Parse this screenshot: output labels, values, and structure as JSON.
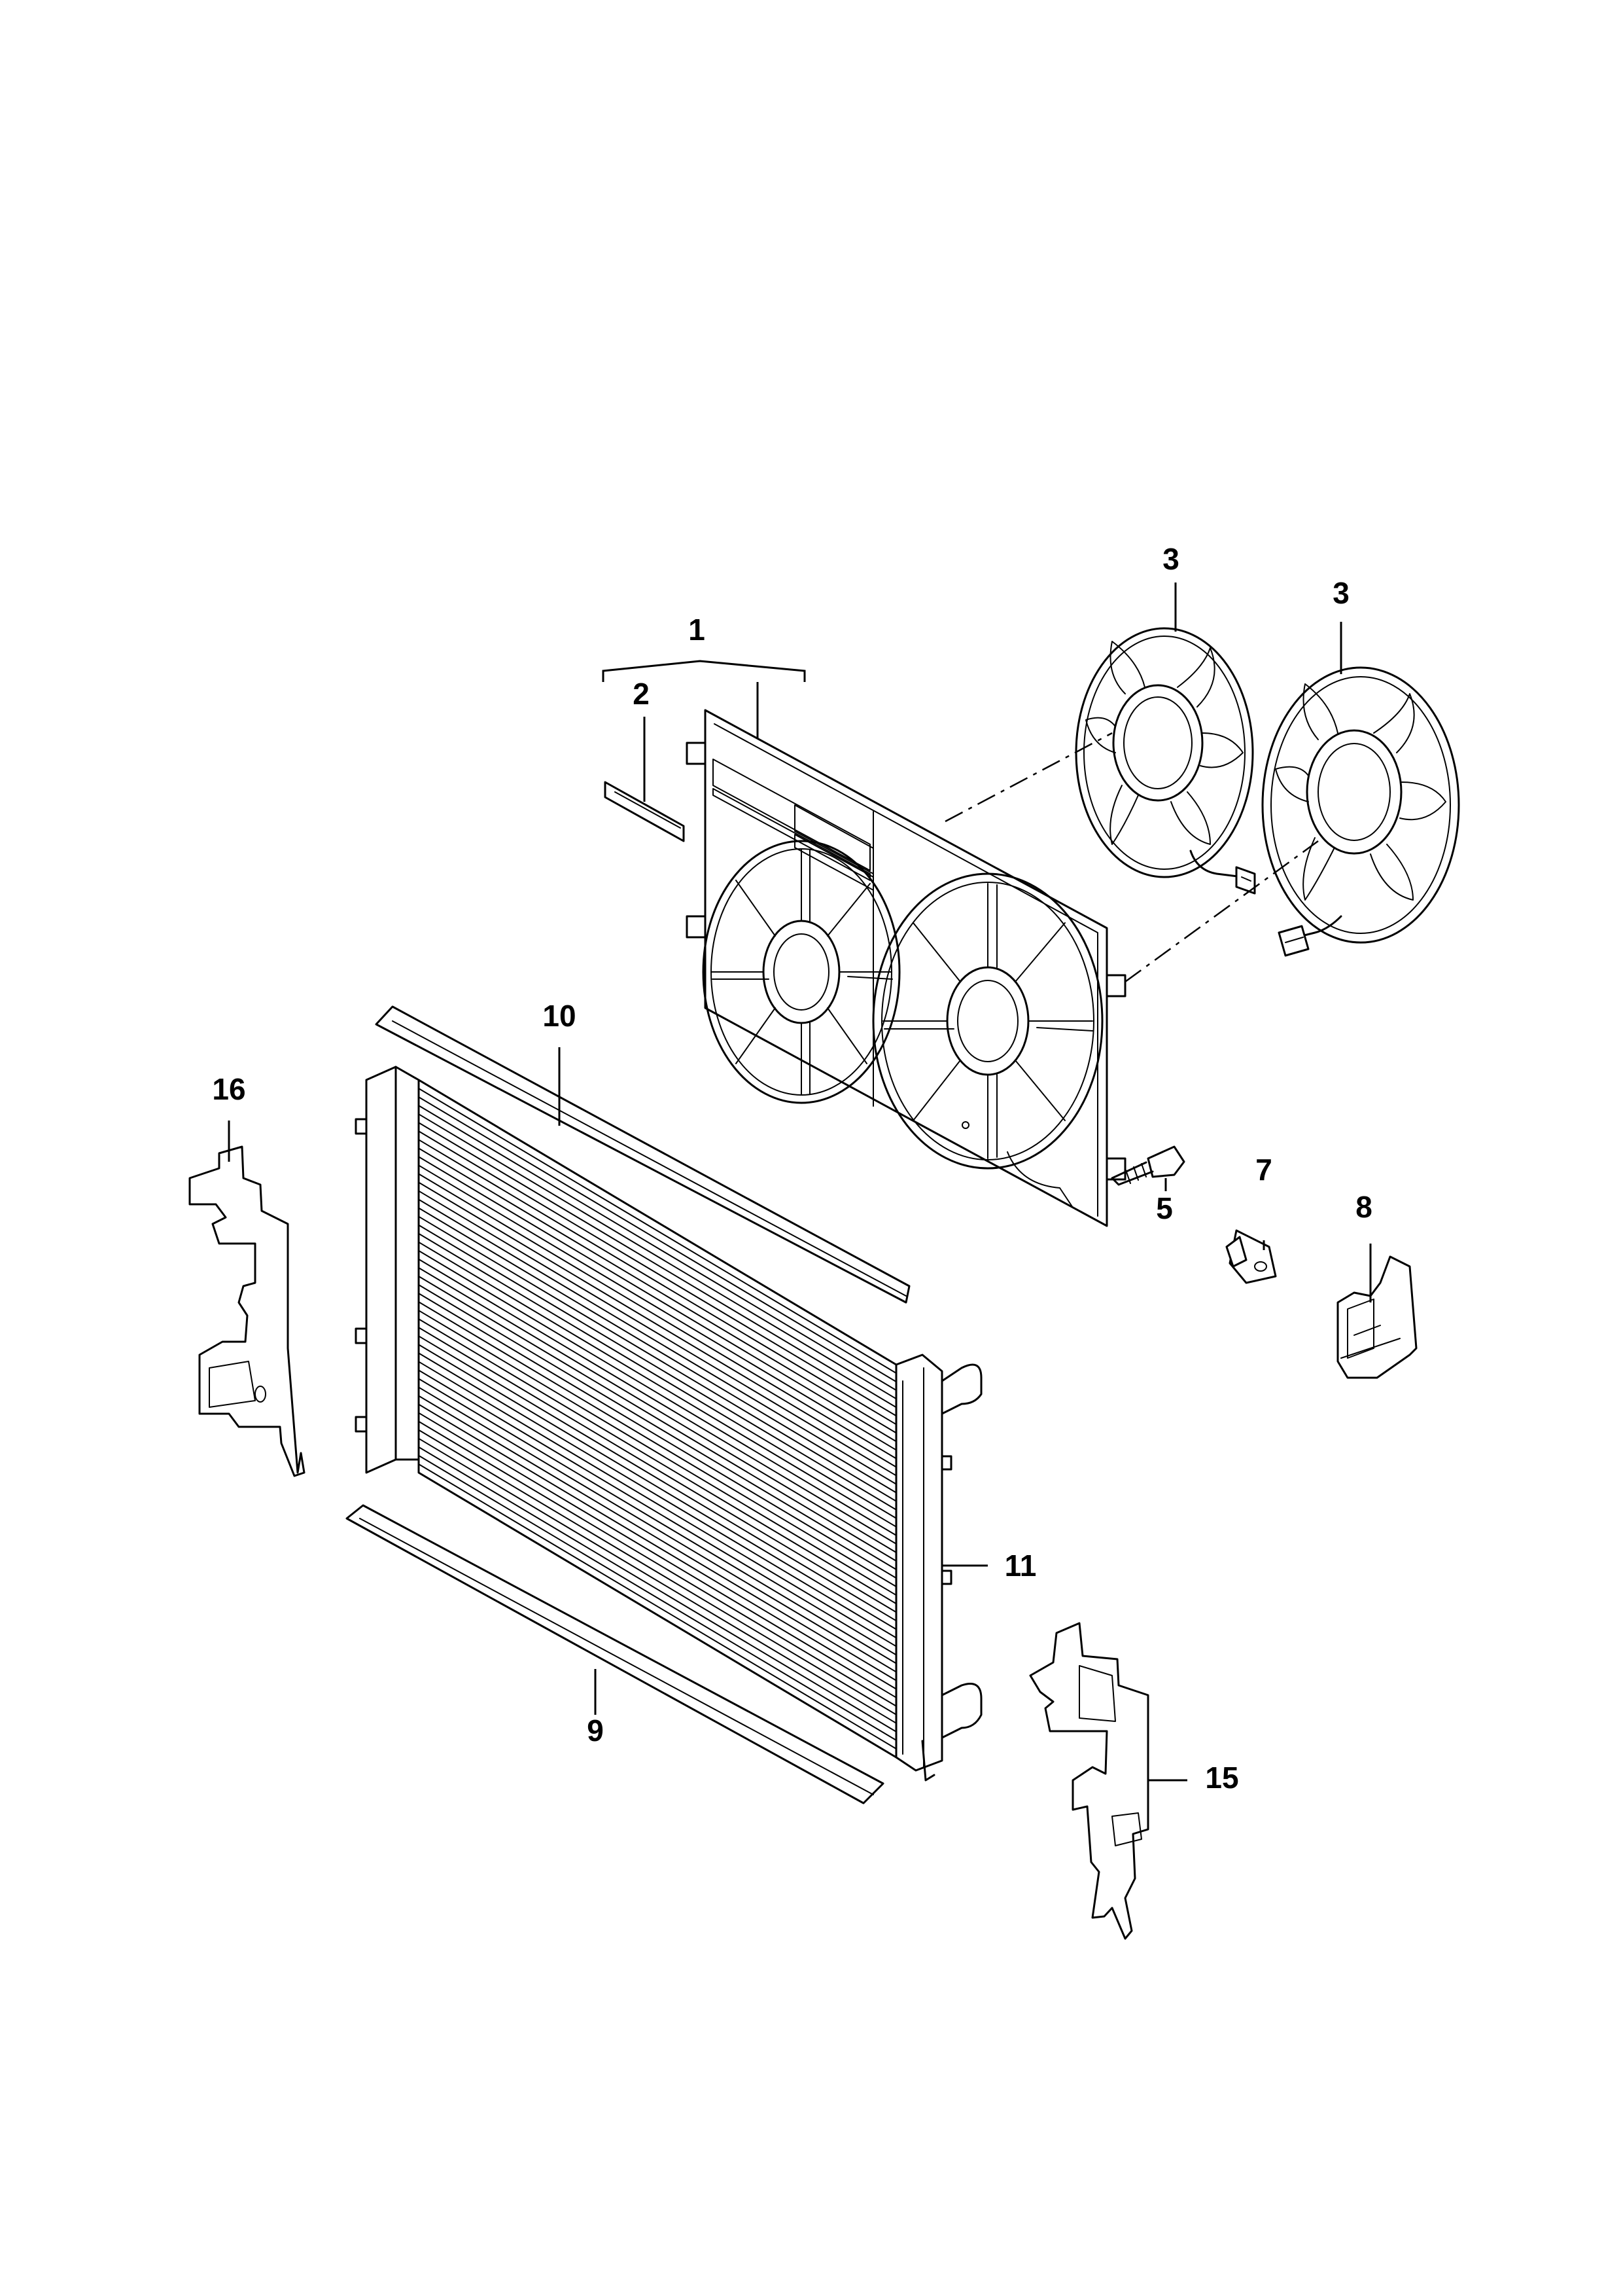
{
  "callouts": {
    "c1": "1",
    "c2": "2",
    "c3a": "3",
    "c3b": "3",
    "c5": "5",
    "c7": "7",
    "c8": "8",
    "c9": "9",
    "c10": "10",
    "c11": "11",
    "c15": "15",
    "c16": "16"
  },
  "parts": [
    {
      "callout": "1",
      "name": "fan-shroud"
    },
    {
      "callout": "2",
      "name": "strip"
    },
    {
      "callout": "3",
      "name": "fan"
    },
    {
      "callout": "5",
      "name": "screw"
    },
    {
      "callout": "7",
      "name": "clip"
    },
    {
      "callout": "8",
      "name": "bracket"
    },
    {
      "callout": "9",
      "name": "lower-seal"
    },
    {
      "callout": "10",
      "name": "upper-seal"
    },
    {
      "callout": "11",
      "name": "radiator"
    },
    {
      "callout": "15",
      "name": "right-air-guide"
    },
    {
      "callout": "16",
      "name": "left-air-guide"
    }
  ],
  "colors": {
    "line": "#000000",
    "background": "#ffffff"
  }
}
